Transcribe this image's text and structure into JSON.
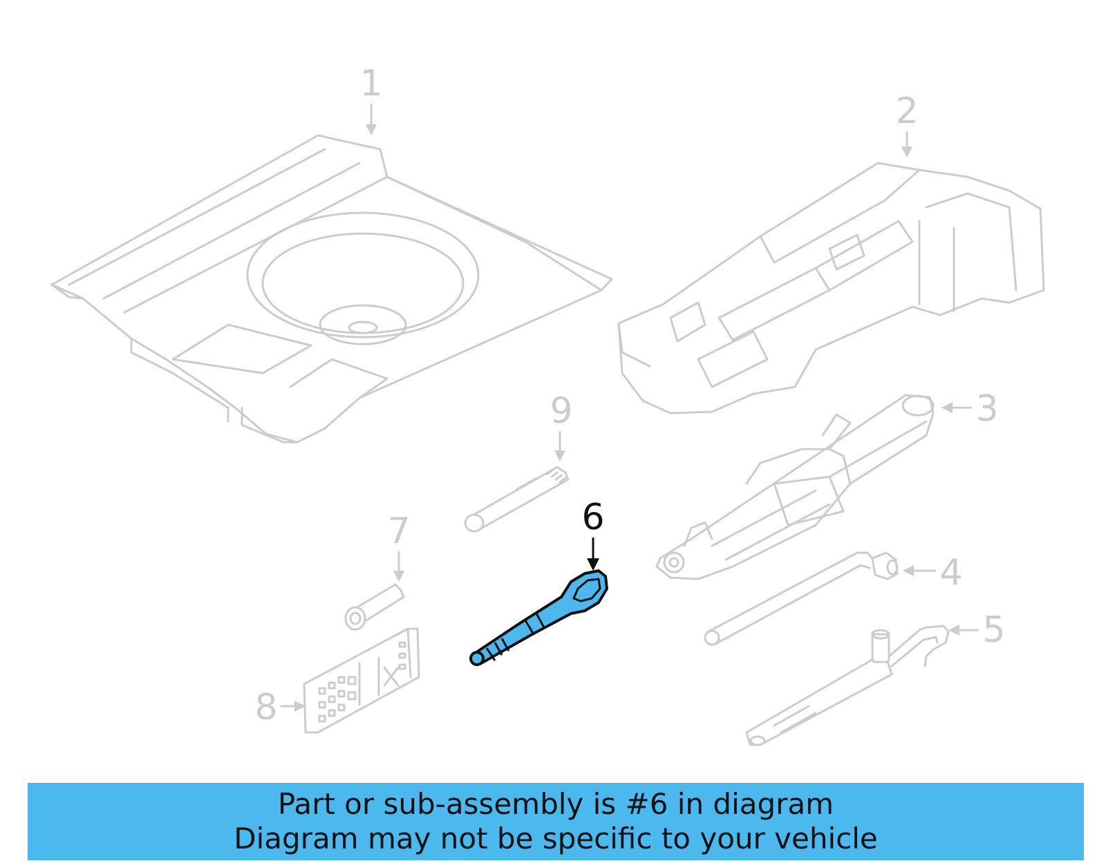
{
  "callouts": [
    {
      "label": "1",
      "active": false
    },
    {
      "label": "2",
      "active": false
    },
    {
      "label": "3",
      "active": false
    },
    {
      "label": "4",
      "active": false
    },
    {
      "label": "5",
      "active": false
    },
    {
      "label": "6",
      "active": true
    },
    {
      "label": "7",
      "active": false
    },
    {
      "label": "8",
      "active": false
    },
    {
      "label": "9",
      "active": false
    }
  ],
  "highlight_part": "6",
  "colors": {
    "highlight": "#4bb8ee",
    "ghost_lines": "#cccccc",
    "active_text": "#111111"
  },
  "banner": {
    "line1": "Part or sub-assembly is #6 in diagram",
    "line2": "Diagram may not be specific to your vehicle"
  }
}
